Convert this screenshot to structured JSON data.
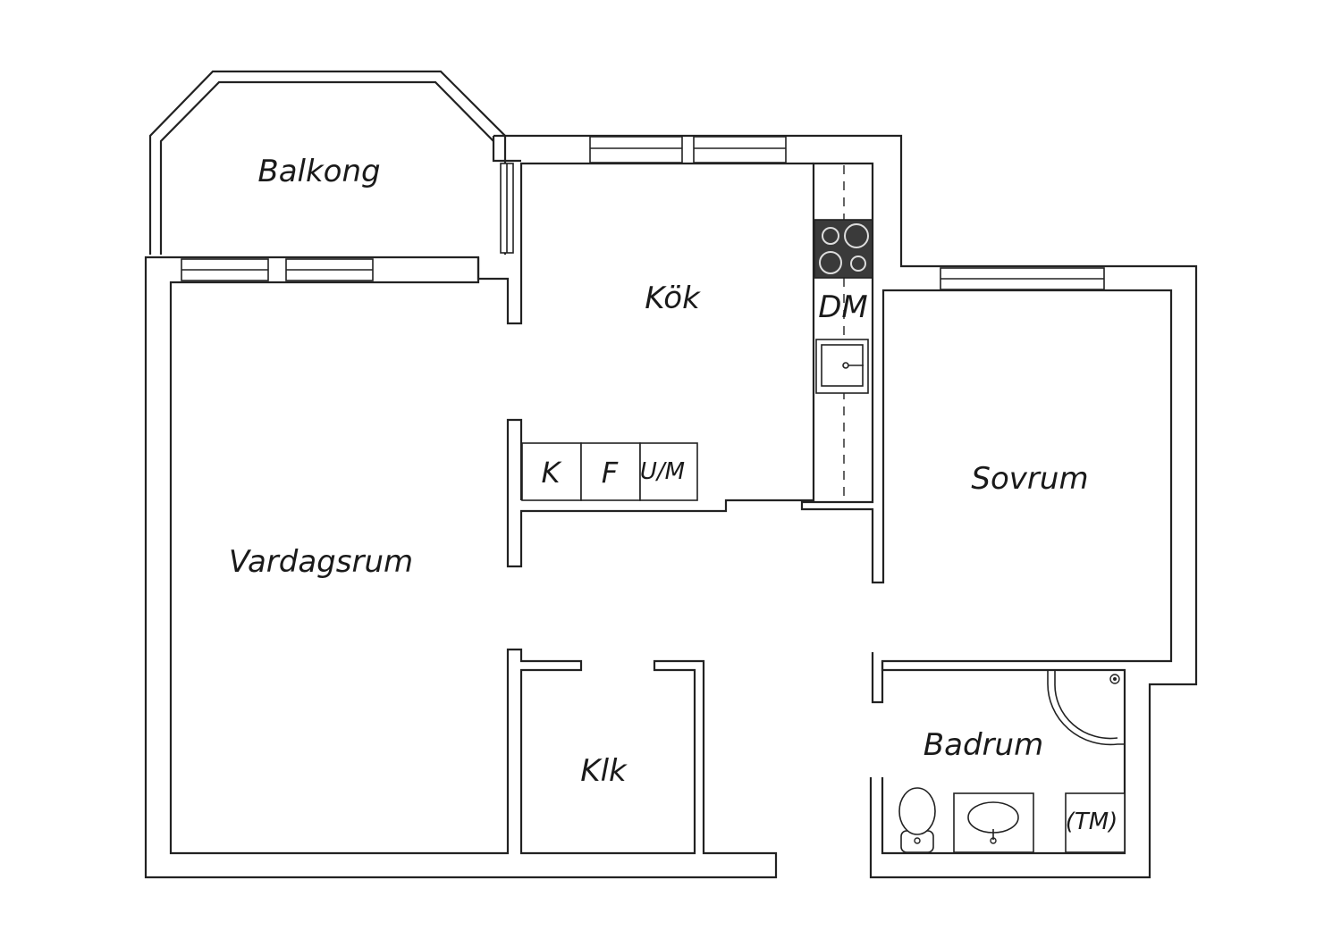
{
  "rooms": {
    "balkong": "Balkong",
    "kok": "Kök",
    "dm": "DM",
    "sovrum": "Sovrum",
    "vardagsrum": "Vardagsrum",
    "klk": "Klk",
    "badrum": "Badrum",
    "tm": "(TM)"
  },
  "appliances": {
    "k": "K",
    "f": "F",
    "um": "U/M"
  },
  "colors": {
    "wall": "#222222",
    "stove": "#3a3a3a",
    "background": "#ffffff"
  }
}
